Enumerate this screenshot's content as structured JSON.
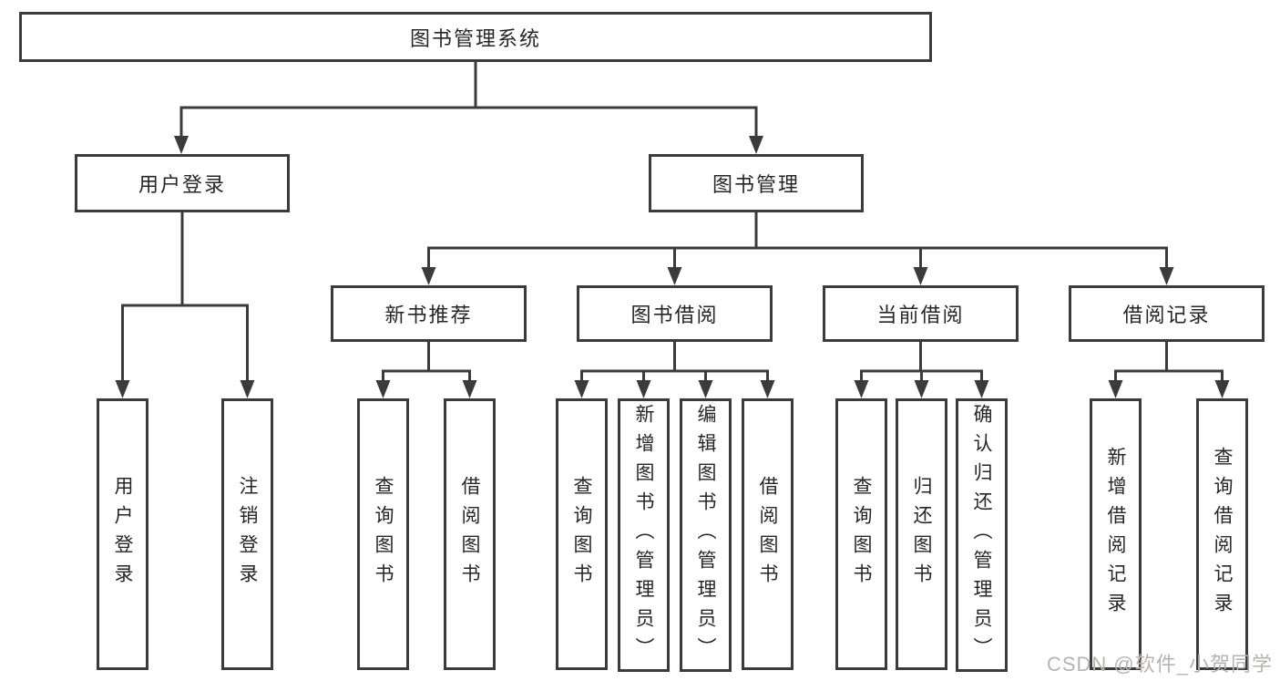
{
  "diagram": {
    "nodes": {
      "root": "图书管理系统",
      "userLogin": "用户登录",
      "bookManagement": "图书管理",
      "newBookRec": "新书推荐",
      "bookBorrow": "图书借阅",
      "currentBorrow": "当前借阅",
      "borrowRecord": "借阅记录",
      "leafUserLogin": "用户登录",
      "leafLogoutLogin": "注销登录",
      "leafNbQueryBook": "查询图书",
      "leafNbBorrowBook": "借阅图书",
      "leafBbQueryBook": "查询图书",
      "leafBbAddBook": "新增图书（管理员）",
      "leafBbEditBook": "编辑图书（管理员）",
      "leafBbBorrowBook": "借阅图书",
      "leafCbQueryBook": "查询图书",
      "leafCbReturnBook": "归还图书",
      "leafCbConfirmReturn": "确认归还（管理员）",
      "leafBrAddRecord": "新增借阅记录",
      "leafBrQueryRecord": "查询借阅记录"
    },
    "tree": {
      "label": "图书管理系统",
      "children": [
        {
          "label": "用户登录",
          "children": [
            {
              "label": "用户登录"
            },
            {
              "label": "注销登录"
            }
          ]
        },
        {
          "label": "图书管理",
          "children": [
            {
              "label": "新书推荐",
              "children": [
                {
                  "label": "查询图书"
                },
                {
                  "label": "借阅图书"
                }
              ]
            },
            {
              "label": "图书借阅",
              "children": [
                {
                  "label": "查询图书"
                },
                {
                  "label": "新增图书（管理员）"
                },
                {
                  "label": "编辑图书（管理员）"
                },
                {
                  "label": "借阅图书"
                }
              ]
            },
            {
              "label": "当前借阅",
              "children": [
                {
                  "label": "查询图书"
                },
                {
                  "label": "归还图书"
                },
                {
                  "label": "确认归还（管理员）"
                }
              ]
            },
            {
              "label": "借阅记录",
              "children": [
                {
                  "label": "新增借阅记录"
                },
                {
                  "label": "查询借阅记录"
                }
              ]
            }
          ]
        }
      ]
    }
  },
  "watermark": {
    "text": "CSDN @软件_小贺同学"
  },
  "colors": {
    "line": "#3b3b3b",
    "text": "#262626",
    "background": "#ffffff",
    "watermark": "#b9b2b2"
  }
}
